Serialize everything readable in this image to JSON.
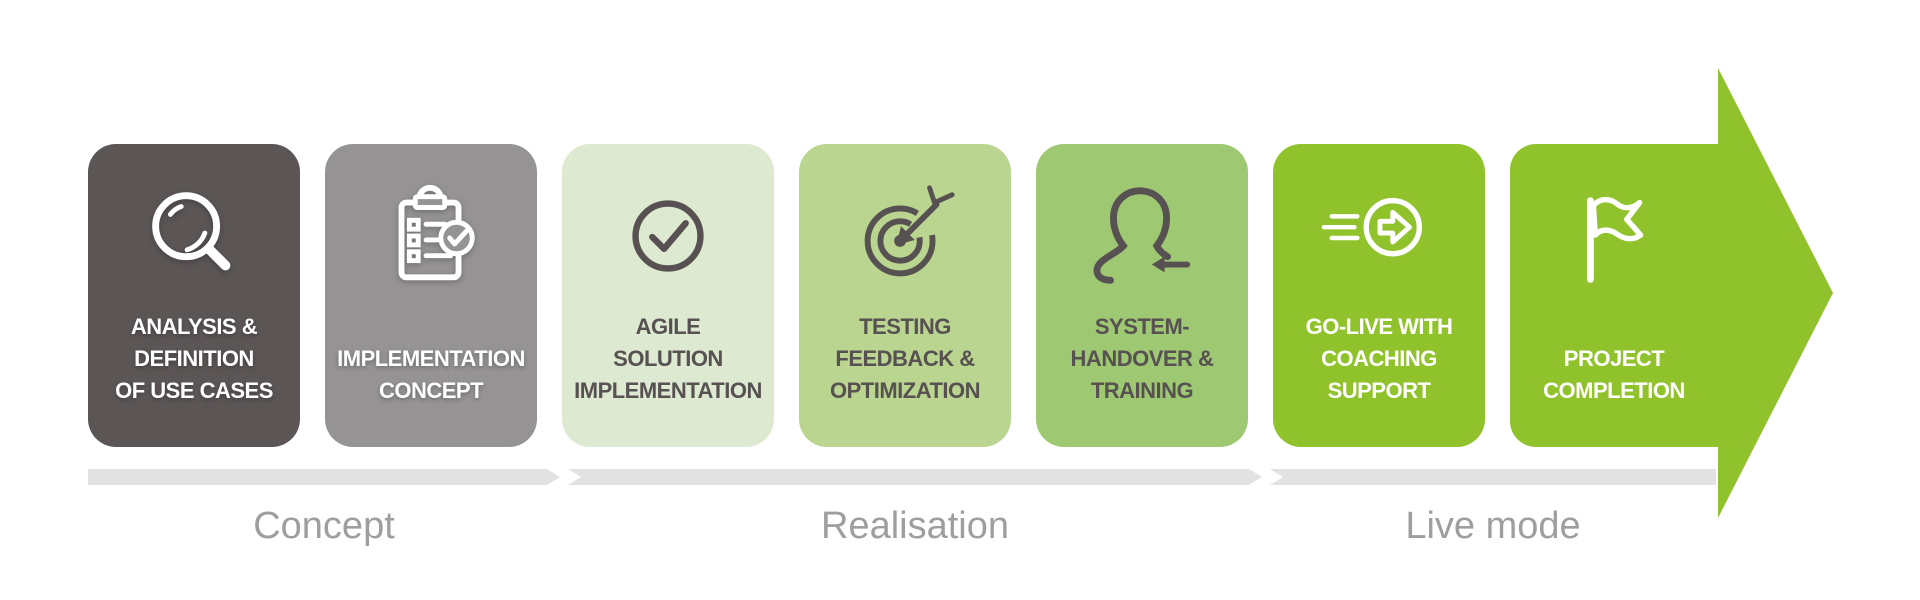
{
  "steps": [
    {
      "label": "ANALYSIS & DEFINITION OF USE CASES",
      "lines": [
        "ANALYSIS &",
        "DEFINITION",
        "OF USE CASES"
      ],
      "icon": "magnifier-icon",
      "bg": "#5b5556",
      "text_color": "#ffffff"
    },
    {
      "label": "IMPLEMENTATION CONCEPT",
      "lines": [
        "IMPLEMENTATION",
        "CONCEPT"
      ],
      "icon": "clipboard-check-icon",
      "bg": "#969394",
      "text_color": "#ffffff"
    },
    {
      "label": "AGILE SOLUTION IMPLEMENTATION",
      "lines": [
        "AGILE",
        "SOLUTION",
        "IMPLEMENTATION"
      ],
      "icon": "check-circle-icon",
      "bg": "#dde9d0",
      "text_color": "#575152"
    },
    {
      "label": "TESTING FEEDBACK & OPTIMIZATION",
      "lines": [
        "TESTING",
        "FEEDBACK &",
        "OPTIMIZATION"
      ],
      "icon": "target-dart-icon",
      "bg": "#bad58f",
      "text_color": "#575152"
    },
    {
      "label": "SYSTEM-HANDOVER & TRAINING",
      "lines": [
        "SYSTEM-",
        "HANDOVER &",
        "TRAINING"
      ],
      "icon": "person-handover-icon",
      "bg": "#9fc873",
      "text_color": "#575152"
    },
    {
      "label": "GO-LIVE WITH COACHING SUPPORT",
      "lines": [
        "GO-LIVE WITH",
        "COACHING",
        "SUPPORT"
      ],
      "icon": "golive-arrow-icon",
      "bg": "#90c32b",
      "text_color": "#ffffff"
    },
    {
      "label": "PROJECT COMPLETION",
      "lines": [
        "PROJECT",
        "COMPLETION"
      ],
      "icon": "flag-icon",
      "bg": "#90c32b",
      "text_color": "#ffffff",
      "shape": "arrow"
    }
  ],
  "phases": [
    {
      "label": "Concept"
    },
    {
      "label": "Realisation"
    },
    {
      "label": "Live mode"
    }
  ],
  "colors": {
    "background": "#ffffff",
    "phase_bar": "#e2e2e2",
    "phase_label": "#9e9e9e",
    "accent_green": "#90c32b",
    "icon_dark": "#575152"
  }
}
